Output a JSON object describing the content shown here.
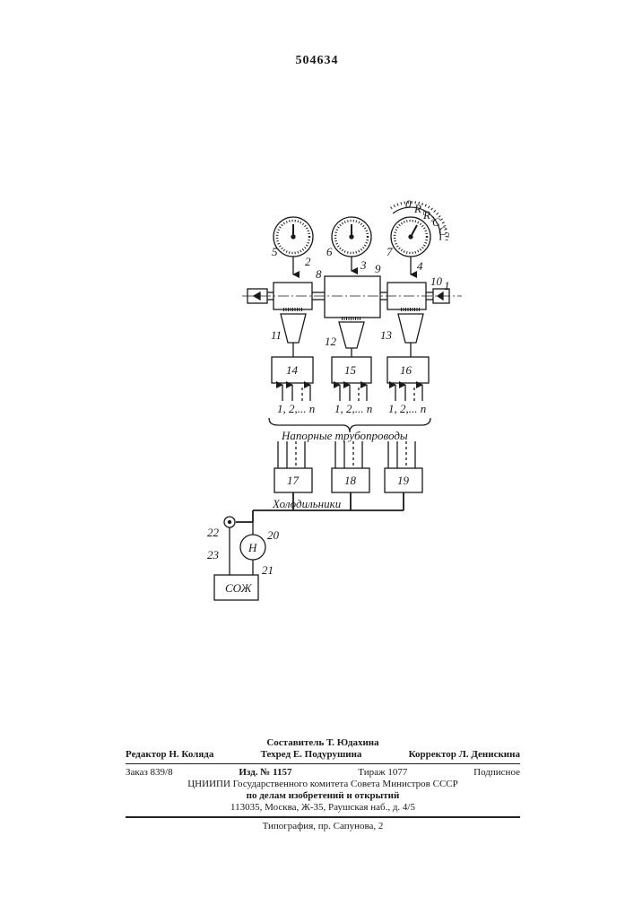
{
  "patent_number": "504634",
  "diagram": {
    "gauges": [
      {
        "id": "5",
        "label": "5"
      },
      {
        "id": "6",
        "label": "6"
      },
      {
        "id": "7",
        "label": "7"
      }
    ],
    "scale_labels": [
      "0",
      "R₁",
      "R₂",
      "C",
      "C₁"
    ],
    "part_labels": {
      "rod_1": "1",
      "probe_2": "2",
      "probe_3": "3",
      "probe_4": "4",
      "block_8": "8",
      "block_9": "9",
      "block_10": "10",
      "nozzle_11": "11",
      "nozzle_12": "12",
      "nozzle_13": "13",
      "pump_20": "20",
      "tank_21": "21",
      "valve_22": "22",
      "line_23": "23"
    },
    "distributors": [
      "14",
      "15",
      "16"
    ],
    "coolers": [
      "17",
      "18",
      "19"
    ],
    "inputs_label": "1, 2,... n",
    "pressure_pipes_label": "Напорные трубопроводы",
    "coolers_label": "Холодильники",
    "pump_label": "Н",
    "tank_label": "СОЖ"
  },
  "colophon": {
    "compiler": "Составитель Т. Юдахина",
    "editor": "Редактор Н. Коляда",
    "techred": "Техред Е. Подурушина",
    "corrector": "Корректор Л. Денискина",
    "order": "Заказ 839/8",
    "edition": "Изд. № 1157",
    "circulation": "Тираж 1077",
    "subscription": "Подписное",
    "org_line1": "ЦНИИПИ Государственного комитета Совета Министров СССР",
    "org_line2": "по делам изобретений и открытий",
    "address": "113035, Москва, Ж-35, Раушская наб., д. 4/5",
    "printer": "Типография, пр. Сапунова, 2"
  }
}
